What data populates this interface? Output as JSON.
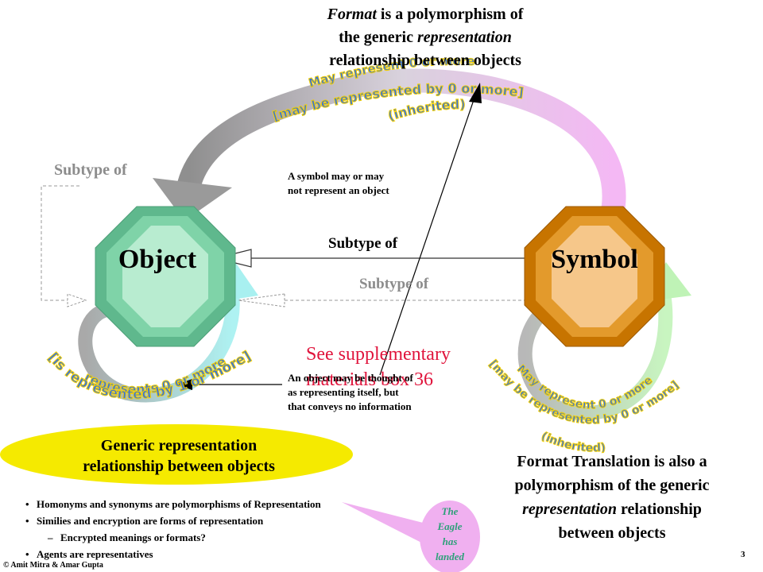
{
  "title": {
    "line1_em": "Format",
    "line1_rest": " is a polymorphism of",
    "line2_pre": "the generic ",
    "line2_em": "representation",
    "line3": "relationship between objects"
  },
  "nodes": {
    "object": "Object",
    "symbol": "Symbol"
  },
  "subtype_labels": {
    "top_left": "Subtype of",
    "middle": "Subtype of",
    "lower": "Subtype of"
  },
  "notes": {
    "symbol_note_1": "A symbol may or may",
    "symbol_note_2": "not represent an object",
    "object_note_1": "An object may be thought of",
    "object_note_2": "as representing itself, but",
    "object_note_3": "that conveys no information"
  },
  "arc_labels": {
    "top_1": "May represent 0 or more",
    "top_2": "[may be represented by 0 or more]",
    "top_3": "(inherited)",
    "left_1": "represents 0 or more",
    "left_2": "[is represented by 1 or more]",
    "right_1": "May represent 0 or more",
    "right_2": "[may be represented by 0 or more]",
    "right_3": "(inherited)"
  },
  "supplementary": {
    "line1": "See supplementary",
    "line2": "materials box 36"
  },
  "ellipse_label": {
    "line1": "Generic representation",
    "line2": "relationship between objects"
  },
  "format_translation": {
    "line1": "Format Translation is also a",
    "line2": "polymorphism of the generic",
    "line3_em": "representation",
    "line3_rest": " relationship",
    "line4": "between objects"
  },
  "bullets": [
    {
      "level": 1,
      "text": "Homonyms and synonyms are polymorphisms of Representation"
    },
    {
      "level": 1,
      "text": "Similies and encryption are forms of representation"
    },
    {
      "level": 2,
      "text": "Encrypted meanings or formats?"
    },
    {
      "level": 1,
      "text": "Agents are representatives"
    }
  ],
  "callout": {
    "line1": "The",
    "line2": "Eagle",
    "line3": "has",
    "line4": "landed"
  },
  "footer": "© Amit Mitra & Amar Gupta",
  "page_number": "3",
  "colors": {
    "object_green": "#6cc49a",
    "symbol_orange": "#cc7a00",
    "arc_blue_text": "#3a74d8",
    "arc_yellow_outline": "#f5d000",
    "ellipse_yellow": "#f5ea00",
    "supplementary_red": "#e0143c",
    "callout_green": "#2fa07a",
    "callout_pink": "#f0b0f0"
  }
}
